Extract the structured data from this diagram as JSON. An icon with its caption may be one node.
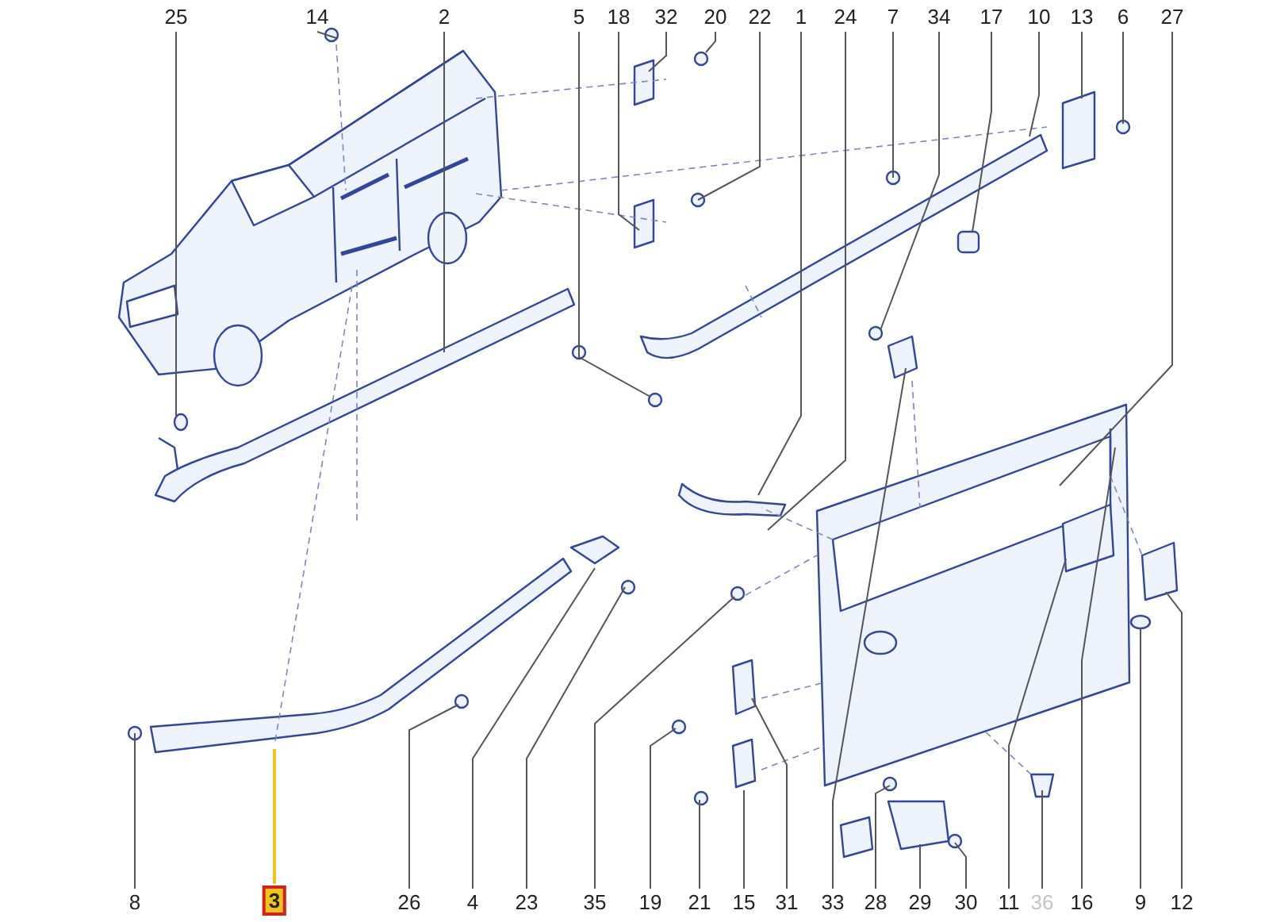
{
  "diagram": {
    "nodes": [
      {
        "text": [
          "25"
        ]
      },
      {
        "text": [
          "14"
        ]
      },
      {
        "text": [
          "2"
        ]
      },
      {
        "text": [
          "5"
        ]
      },
      {
        "text": [
          "18"
        ]
      },
      {
        "text": [
          "32"
        ]
      },
      {
        "text": [
          "20"
        ]
      },
      {
        "text": [
          "22"
        ]
      },
      {
        "text": [
          "1"
        ]
      },
      {
        "text": [
          "24"
        ]
      },
      {
        "text": [
          "7"
        ]
      },
      {
        "text": [
          "34"
        ]
      },
      {
        "text": [
          "17"
        ]
      },
      {
        "text": [
          "10"
        ]
      },
      {
        "text": [
          "13"
        ]
      },
      {
        "text": [
          "6"
        ]
      },
      {
        "text": [
          "27"
        ]
      },
      {
        "text": [
          "8"
        ]
      },
      {
        "text": [
          "3"
        ]
      },
      {
        "text": [
          "26"
        ]
      },
      {
        "text": [
          "4"
        ]
      },
      {
        "text": [
          "23"
        ]
      },
      {
        "text": [
          "35"
        ]
      },
      {
        "text": [
          "19"
        ]
      },
      {
        "text": [
          "21"
        ]
      },
      {
        "text": [
          "15"
        ]
      },
      {
        "text": [
          "31"
        ]
      },
      {
        "text": [
          "33"
        ]
      },
      {
        "text": [
          "28"
        ]
      },
      {
        "text": [
          "29"
        ]
      },
      {
        "text": [
          "30"
        ]
      },
      {
        "text": [
          "11"
        ]
      },
      {
        "text": [
          "36"
        ]
      },
      {
        "text": [
          "16"
        ]
      },
      {
        "text": [
          "9"
        ]
      },
      {
        "text": [
          "12"
        ]
      }
    ],
    "edges": [
      {
        "from": 0,
        "to": null,
        "arrow": "none"
      },
      {
        "from": 1,
        "to": null,
        "arrow": "none"
      },
      {
        "from": 2,
        "to": null,
        "arrow": "none"
      },
      {
        "from": 3,
        "to": null,
        "arrow": "none"
      },
      {
        "from": 4,
        "to": null,
        "arrow": "none"
      },
      {
        "from": 5,
        "to": null,
        "arrow": "none"
      },
      {
        "from": 6,
        "to": null,
        "arrow": "none"
      },
      {
        "from": 7,
        "to": null,
        "arrow": "none"
      },
      {
        "from": 8,
        "to": null,
        "arrow": "none"
      },
      {
        "from": 9,
        "to": null,
        "arrow": "none"
      },
      {
        "from": 10,
        "to": null,
        "arrow": "none"
      },
      {
        "from": 11,
        "to": null,
        "arrow": "none"
      },
      {
        "from": 12,
        "to": null,
        "arrow": "none"
      },
      {
        "from": 13,
        "to": null,
        "arrow": "none"
      },
      {
        "from": 14,
        "to": null,
        "arrow": "none"
      },
      {
        "from": 15,
        "to": null,
        "arrow": "none"
      },
      {
        "from": 16,
        "to": null,
        "arrow": "none"
      },
      {
        "from": 17,
        "to": null,
        "arrow": "none"
      },
      {
        "from": 18,
        "to": null,
        "arrow": "none",
        "color": "#f0c419"
      },
      {
        "from": 19,
        "to": null,
        "arrow": "none"
      },
      {
        "from": 20,
        "to": null,
        "arrow": "none"
      },
      {
        "from": 21,
        "to": null,
        "arrow": "none"
      },
      {
        "from": 22,
        "to": null,
        "arrow": "none"
      },
      {
        "from": 23,
        "to": null,
        "arrow": "none"
      },
      {
        "from": 24,
        "to": null,
        "arrow": "none"
      },
      {
        "from": 25,
        "to": null,
        "arrow": "none"
      },
      {
        "from": 26,
        "to": null,
        "arrow": "none"
      },
      {
        "from": 27,
        "to": null,
        "arrow": "none"
      },
      {
        "from": 28,
        "to": null,
        "arrow": "none"
      },
      {
        "from": 29,
        "to": null,
        "arrow": "none"
      },
      {
        "from": 30,
        "to": null,
        "arrow": "none"
      },
      {
        "from": 31,
        "to": null,
        "arrow": "none"
      },
      {
        "from": 32,
        "to": null,
        "arrow": "none"
      },
      {
        "from": 33,
        "to": null,
        "arrow": "none"
      },
      {
        "from": 34,
        "to": null,
        "arrow": "none"
      },
      {
        "from": 35,
        "to": null,
        "arrow": "none"
      }
    ]
  }
}
